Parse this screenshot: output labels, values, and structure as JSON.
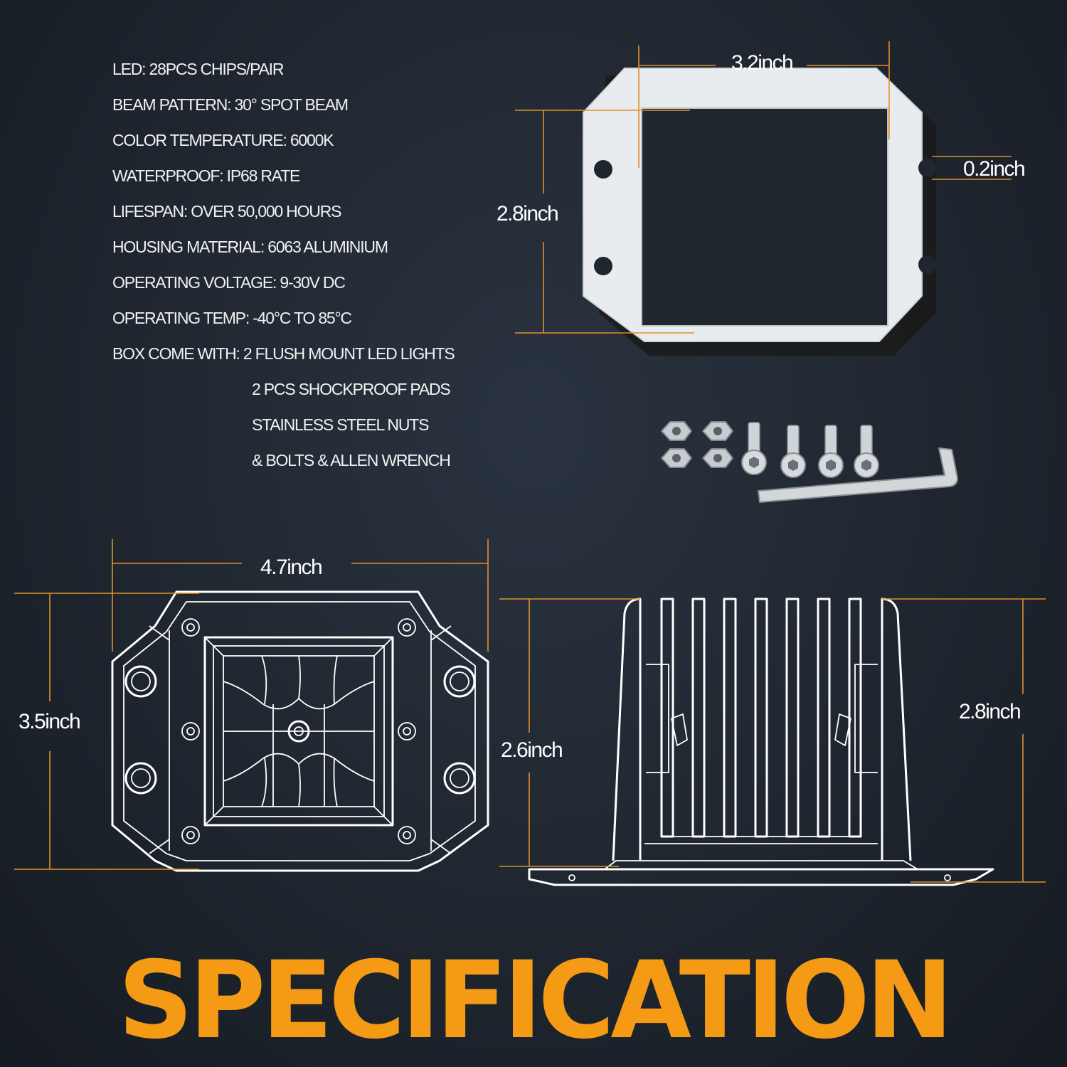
{
  "specs": [
    "LED: 28PCS CHIPS/PAIR",
    "BEAM PATTERN: 30° SPOT BEAM",
    "COLOR TEMPERATURE: 6000K",
    "WATERPROOF: IP68 RATE",
    "LIFESPAN: OVER 50,000 HOURS",
    "HOUSING MATERIAL: 6063 ALUMINIUM",
    "OPERATING VOLTAGE: 9-30V DC",
    "OPERATING TEMP: -40°C TO 85°C",
    "BOX COME WITH:  2 FLUSH MOUNT LED LIGHTS",
    "2 PCS SHOCKPROOF PADS",
    "STAINLESS STEEL NUTS",
    "& BOLTS & ALLEN WRENCH"
  ],
  "dimensions": {
    "pad_width": "3.2inch",
    "pad_height": "2.8inch",
    "pad_hole": "0.2inch",
    "front_width": "4.7inch",
    "front_height": "3.5inch",
    "side_depth": "2.6inch",
    "side_height": "2.8inch"
  },
  "title": "SPECIFICATION",
  "colors": {
    "accent": "#f59a14",
    "dimension_line": "#e0902a",
    "background": "#1f262f"
  }
}
